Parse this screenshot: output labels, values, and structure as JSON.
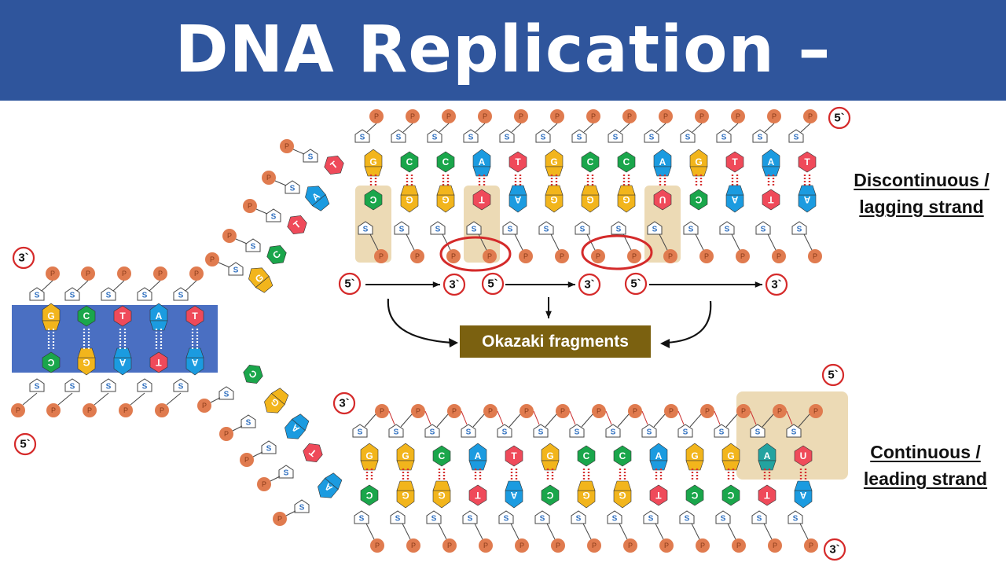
{
  "header": {
    "title": "DNA Replication – Elongation"
  },
  "labels": {
    "lagging_line1": "Discontinuous /",
    "lagging_line2": "lagging strand",
    "leading_line1": "Continuous /",
    "leading_line2": "leading strand",
    "okazaki": "Okazaki fragments"
  },
  "end_markers": {
    "five_prime": "5`",
    "three_prime": "3`"
  },
  "glyphs": {
    "phosphate": "P",
    "sugar": "S"
  },
  "colors": {
    "header_bg": "#2f559c",
    "parent_band": "#4a6fc2",
    "phosphate": "#e07b4f",
    "G": "#f2b51c",
    "C": "#1aa64b",
    "A": "#1b9be0",
    "T": "#ef4a5a",
    "U": "#ef4a5a",
    "new_A": "#23a3a0",
    "okazaki_box": "#7b6110",
    "highlight": "#e9d4a8",
    "marker_ring": "#d52a2a"
  },
  "parent_duplex": {
    "top_bases": [
      "G",
      "C",
      "T",
      "A",
      "T"
    ],
    "bottom_bases": [
      "C",
      "G",
      "A",
      "T",
      "A"
    ]
  },
  "lagging_strand": {
    "template_bases": [
      "G",
      "C",
      "C",
      "A",
      "T",
      "G",
      "C",
      "C",
      "A",
      "G",
      "T",
      "A",
      "T"
    ],
    "new_bases": [
      "C",
      "G",
      "G",
      "T",
      "A",
      "G",
      "G",
      "G",
      "U",
      "C",
      "A",
      "T",
      "A"
    ],
    "highlighted_new": [
      0,
      3,
      8
    ]
  },
  "leading_strand": {
    "template_bases": [
      "G",
      "G",
      "C",
      "A",
      "T",
      "G",
      "C",
      "C",
      "A",
      "G",
      "G",
      "A",
      "U"
    ],
    "new_bases": [
      "C",
      "G",
      "G",
      "T",
      "A",
      "C",
      "G",
      "G",
      "T",
      "C",
      "C",
      "T",
      "A"
    ],
    "highlighted_new": [
      10,
      11,
      12
    ]
  },
  "unpaired_top": [
    "G",
    "C",
    "T",
    "A",
    "T"
  ],
  "unpaired_bottom": [
    "C",
    "G",
    "A",
    "T",
    "A"
  ]
}
